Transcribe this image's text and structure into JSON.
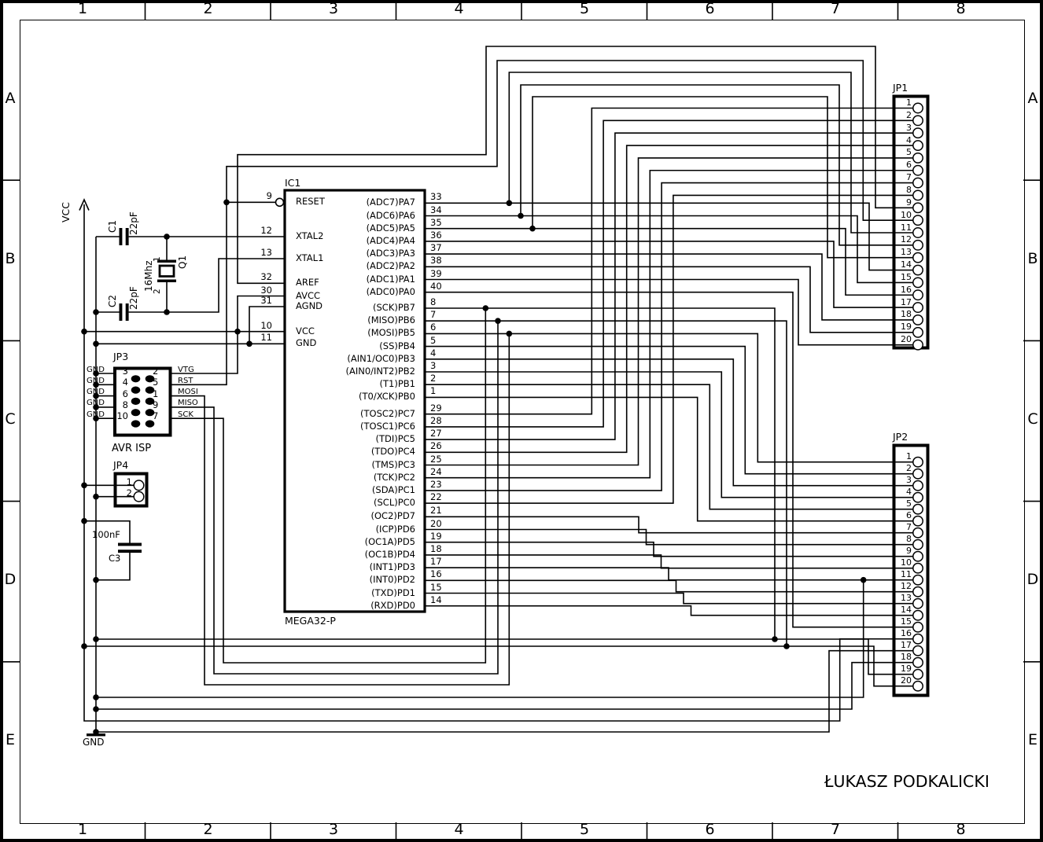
{
  "sheet": {
    "author": "ŁUKASZ PODKALICKI"
  },
  "ruler": {
    "cols": [
      "1",
      "2",
      "3",
      "4",
      "5",
      "6",
      "7",
      "8"
    ],
    "rows": [
      "A",
      "B",
      "C",
      "D",
      "E"
    ]
  },
  "ic1": {
    "ref": "IC1",
    "value": "MEGA32-P",
    "left_pins": [
      {
        "num": "9",
        "name": "RESET"
      },
      {
        "num": "12",
        "name": "XTAL2"
      },
      {
        "num": "13",
        "name": "XTAL1"
      },
      {
        "num": "32",
        "name": "AREF"
      },
      {
        "num": "30",
        "name": "AVCC"
      },
      {
        "num": "31",
        "name": "AGND"
      },
      {
        "num": "10",
        "name": "VCC"
      },
      {
        "num": "11",
        "name": "GND"
      }
    ],
    "port_a": [
      {
        "num": "33",
        "name": "(ADC7)PA7"
      },
      {
        "num": "34",
        "name": "(ADC6)PA6"
      },
      {
        "num": "35",
        "name": "(ADC5)PA5"
      },
      {
        "num": "36",
        "name": "(ADC4)PA4"
      },
      {
        "num": "37",
        "name": "(ADC3)PA3"
      },
      {
        "num": "38",
        "name": "(ADC2)PA2"
      },
      {
        "num": "39",
        "name": "(ADC1)PA1"
      },
      {
        "num": "40",
        "name": "(ADC0)PA0"
      }
    ],
    "port_b": [
      {
        "num": "8",
        "name": "(SCK)PB7"
      },
      {
        "num": "7",
        "name": "(MISO)PB6"
      },
      {
        "num": "6",
        "name": "(MOSI)PB5"
      },
      {
        "num": "5",
        "name": "(SS)PB4"
      },
      {
        "num": "4",
        "name": "(AIN1/OC0)PB3"
      },
      {
        "num": "3",
        "name": "(AIN0/INT2)PB2"
      },
      {
        "num": "2",
        "name": "(T1)PB1"
      },
      {
        "num": "1",
        "name": "(T0/XCK)PB0"
      }
    ],
    "port_c": [
      {
        "num": "29",
        "name": "(TOSC2)PC7"
      },
      {
        "num": "28",
        "name": "(TOSC1)PC6"
      },
      {
        "num": "27",
        "name": "(TDI)PC5"
      },
      {
        "num": "26",
        "name": "(TDO)PC4"
      },
      {
        "num": "25",
        "name": "(TMS)PC3"
      },
      {
        "num": "24",
        "name": "(TCK)PC2"
      },
      {
        "num": "23",
        "name": "(SDA)PC1"
      },
      {
        "num": "22",
        "name": "(SCL)PC0"
      }
    ],
    "port_d": [
      {
        "num": "21",
        "name": "(OC2)PD7"
      },
      {
        "num": "20",
        "name": "(ICP)PD6"
      },
      {
        "num": "19",
        "name": "(OC1A)PD5"
      },
      {
        "num": "18",
        "name": "(OC1B)PD4"
      },
      {
        "num": "17",
        "name": "(INT1)PD3"
      },
      {
        "num": "16",
        "name": "(INT0)PD2"
      },
      {
        "num": "15",
        "name": "(TXD)PD1"
      },
      {
        "num": "14",
        "name": "(RXD)PD0"
      }
    ]
  },
  "jp1": {
    "ref": "JP1",
    "pins": [
      "1",
      "2",
      "3",
      "4",
      "5",
      "6",
      "7",
      "8",
      "9",
      "10",
      "11",
      "12",
      "13",
      "14",
      "15",
      "16",
      "17",
      "18",
      "19",
      "20"
    ]
  },
  "jp2": {
    "ref": "JP2",
    "pins": [
      "1",
      "2",
      "3",
      "4",
      "5",
      "6",
      "7",
      "8",
      "9",
      "10",
      "11",
      "12",
      "13",
      "14",
      "15",
      "16",
      "17",
      "18",
      "19",
      "20"
    ]
  },
  "jp3": {
    "ref": "JP3",
    "caption": "AVR ISP",
    "left_pins": [
      {
        "num": "3",
        "label": "GND"
      },
      {
        "num": "4",
        "label": "GND"
      },
      {
        "num": "6",
        "label": "GND"
      },
      {
        "num": "8",
        "label": "GND"
      },
      {
        "num": "10",
        "label": "GND"
      }
    ],
    "right_pins": [
      {
        "num": "2",
        "label": "VTG"
      },
      {
        "num": "5",
        "label": "RST"
      },
      {
        "num": "1",
        "label": "MOSI"
      },
      {
        "num": "9",
        "label": "MISO"
      },
      {
        "num": "7",
        "label": "SCK"
      }
    ]
  },
  "jp4": {
    "ref": "JP4",
    "pins": [
      "1",
      "2"
    ]
  },
  "c1": {
    "ref": "C1",
    "value": "22pF"
  },
  "c2": {
    "ref": "C2",
    "value": "22pF"
  },
  "c3": {
    "ref": "C3",
    "value": "100nF"
  },
  "q1": {
    "ref": "Q1",
    "value": "16Mhz",
    "pins": [
      "1",
      "2"
    ]
  },
  "power": {
    "vcc": "VCC",
    "gnd": "GND"
  },
  "colors": {
    "ink": "#000000",
    "paper": "#ffffff"
  }
}
